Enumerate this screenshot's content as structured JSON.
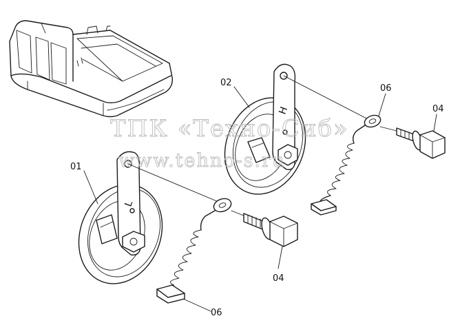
{
  "watermark": {
    "line1": "ТПК «Техно-Сиб»",
    "line2": "www.tehno-s.ru"
  },
  "callouts": {
    "part_01": "01",
    "part_02": "02",
    "part_04_a": "04",
    "part_04_b": "04",
    "part_06_a": "06",
    "part_06_b": "06"
  },
  "horn_marks": {
    "low": "L",
    "high": "H"
  },
  "icons": [
    "excavator-icon",
    "horn-low-icon",
    "horn-high-icon",
    "bolt-icon",
    "wire-connector-icon"
  ]
}
